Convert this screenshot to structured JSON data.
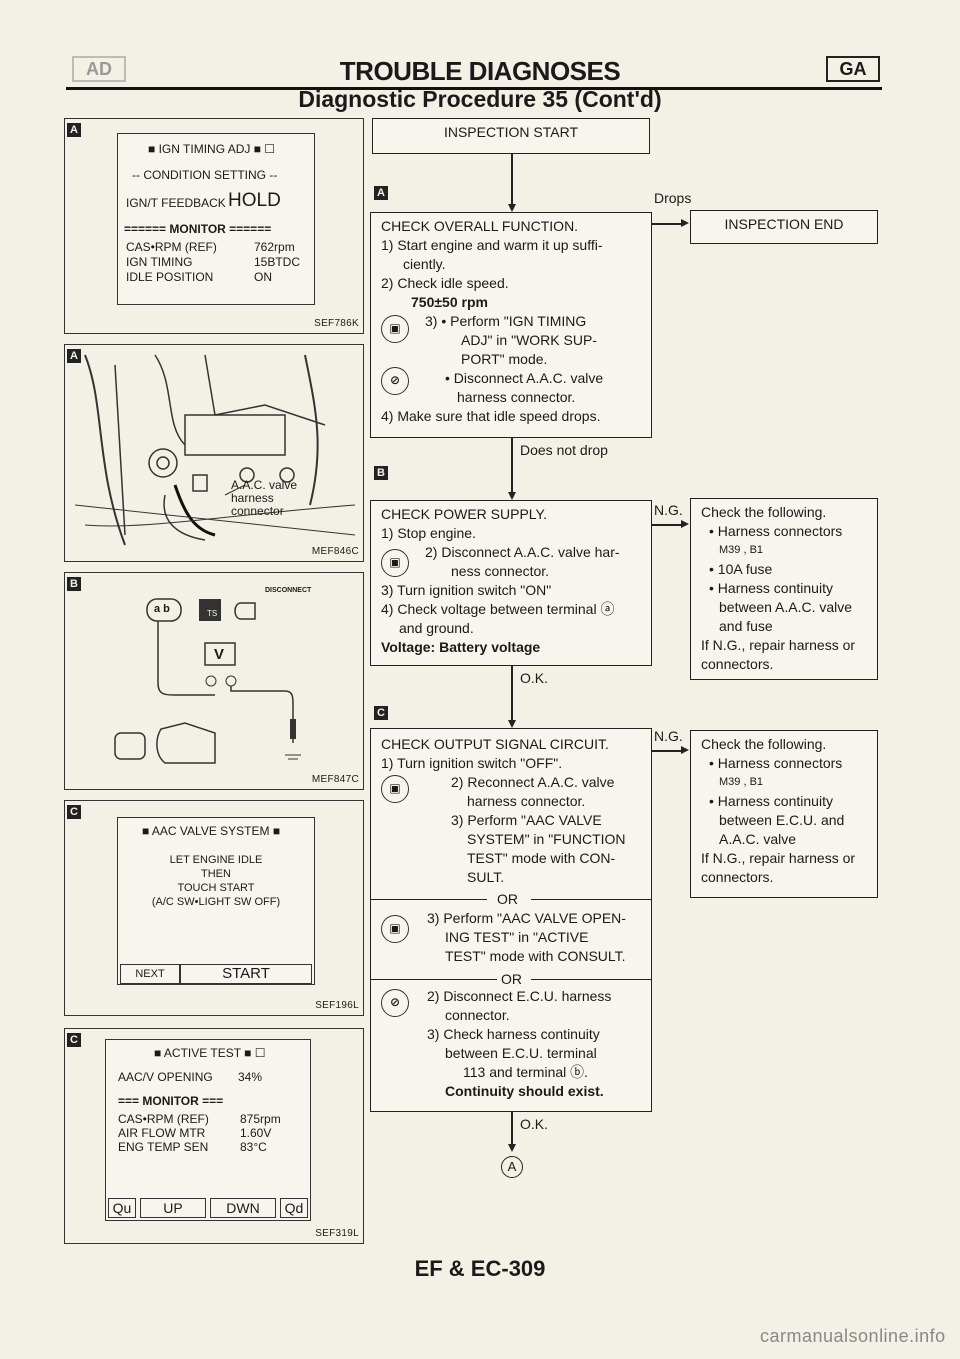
{
  "header": {
    "title": "TROUBLE DIAGNOSES",
    "section_left": "AD",
    "section_right": "GA",
    "subtitle": "Diagnostic Procedure 35 (Cont'd)"
  },
  "panels": {
    "p1": {
      "tag": "A",
      "ref": "SEF786K",
      "screen_title": "IGN TIMING ADJ",
      "condition": "-- CONDITION SETTING --",
      "feedback_label": "IGN/T FEEDBACK",
      "feedback_value": "HOLD",
      "monitor": "====== MONITOR ======",
      "rows": [
        {
          "label": "CAS•RPM (REF)",
          "value": "762rpm"
        },
        {
          "label": "IGN TIMING",
          "value": "15BTDC"
        },
        {
          "label": "IDLE POSITION",
          "value": "ON"
        }
      ]
    },
    "p2": {
      "tag": "A",
      "ref": "MEF846C",
      "callout": [
        "A.A.C. valve",
        "harness",
        "connector"
      ]
    },
    "p3": {
      "tag": "B",
      "ref": "MEF847C",
      "disconnect": "DISCONNECT",
      "meter": "V",
      "terminal": "a b",
      "connector_code": "TS"
    },
    "p4": {
      "tag": "C",
      "ref": "SEF196L",
      "screen_title": "AAC VALVE SYSTEM",
      "lines": [
        "LET ENGINE IDLE",
        "THEN",
        "TOUCH START",
        "(A/C SW•LIGHT SW OFF)"
      ],
      "btn_next": "NEXT",
      "btn_start": "START"
    },
    "p5": {
      "tag": "C",
      "ref": "SEF319L",
      "screen_title": "ACTIVE TEST",
      "opening_label": "AAC/V OPENING",
      "opening_value": "34%",
      "monitor": "=== MONITOR ===",
      "rows": [
        {
          "label": "CAS•RPM (REF)",
          "value": "875rpm"
        },
        {
          "label": "AIR FLOW MTR",
          "value": "1.60V"
        },
        {
          "label": "ENG TEMP SEN",
          "value": "83°C"
        }
      ],
      "btn_qu": "Qu",
      "btn_up": "UP",
      "btn_dwn": "DWN",
      "btn_qd": "Qd"
    }
  },
  "flow": {
    "start": "INSPECTION START",
    "tag_a": "A",
    "tag_b": "B",
    "tag_c": "C",
    "drops": "Drops",
    "end": "INSPECTION END",
    "does_not_drop": "Does not drop",
    "ok1": "O.K.",
    "ok2": "O.K.",
    "ng1": "N.G.",
    "ng2": "N.G.",
    "or1": "OR",
    "or2": "OR",
    "final": "A",
    "box1": [
      "CHECK OVERALL FUNCTION.",
      "1) Start engine and warm it up suffi-",
      "ciently.",
      "2) Check idle speed.",
      "750±50 rpm",
      "3) • Perform \"IGN TIMING",
      "ADJ\" in \"WORK SUP-",
      "PORT\" mode.",
      "• Disconnect A.A.C. valve",
      "harness connector.",
      "4) Make sure that idle speed drops."
    ],
    "box2": [
      "CHECK POWER SUPPLY.",
      "1) Stop engine.",
      "2) Disconnect A.A.C. valve har-",
      "ness connector.",
      "3) Turn ignition switch \"ON\"",
      "4) Check voltage between terminal ⓐ",
      "and ground.",
      "Voltage: Battery voltage"
    ],
    "side2": [
      "Check the following.",
      "• Harness connectors",
      "M39 , B1",
      "• 10A fuse",
      "• Harness continuity",
      "between A.A.C. valve",
      "and fuse",
      "If N.G., repair harness or",
      "connectors."
    ],
    "box3a": [
      "CHECK OUTPUT SIGNAL CIRCUIT.",
      "1) Turn ignition switch \"OFF\".",
      "2) Reconnect A.A.C. valve",
      "harness connector.",
      "3) Perform \"AAC VALVE",
      "SYSTEM\" in \"FUNCTION",
      "TEST\" mode with CON-",
      "SULT."
    ],
    "box3b": [
      "3) Perform \"AAC VALVE OPEN-",
      "ING TEST\" in \"ACTIVE",
      "TEST\" mode with CONSULT."
    ],
    "box3c": [
      "2) Disconnect E.C.U. harness",
      "connector.",
      "3) Check harness continuity",
      "between E.C.U. terminal",
      "113 and terminal ⓑ.",
      "Continuity should exist."
    ],
    "side3": [
      "Check the following.",
      "• Harness connectors",
      "M39 , B1",
      "• Harness continuity",
      "between E.C.U. and",
      "A.A.C. valve",
      "If N.G., repair harness or",
      "connectors."
    ]
  },
  "footer": {
    "page": "EF & EC-309",
    "watermark": "carmanualsonline.info"
  }
}
